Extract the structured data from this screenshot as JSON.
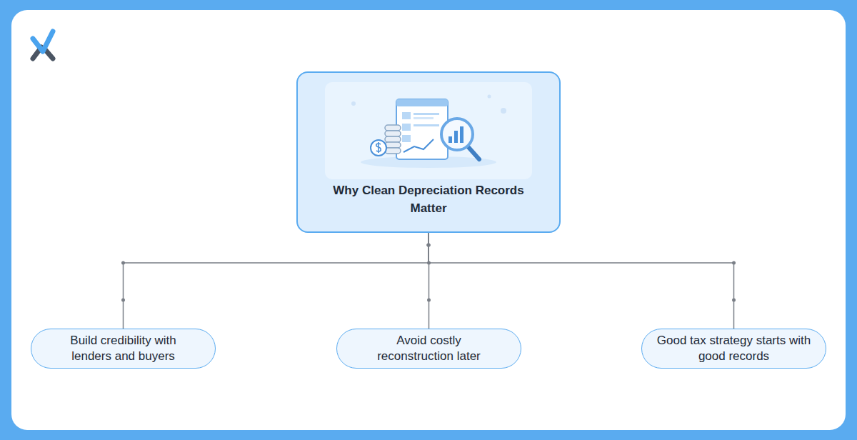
{
  "diagram": {
    "nodes": [
      {
        "text": [
          "Why Clean Depreciation Records Matter"
        ]
      },
      {
        "text": [
          "Build credibility with lenders and buyers"
        ]
      },
      {
        "text": [
          "Avoid costly reconstruction later"
        ]
      },
      {
        "text": [
          "Good tax strategy starts with good records"
        ]
      }
    ],
    "edges": [
      {
        "from": 0,
        "to": 1,
        "arrow": "none"
      },
      {
        "from": 0,
        "to": 2,
        "arrow": "none"
      },
      {
        "from": 0,
        "to": 3,
        "arrow": "none"
      }
    ]
  }
}
